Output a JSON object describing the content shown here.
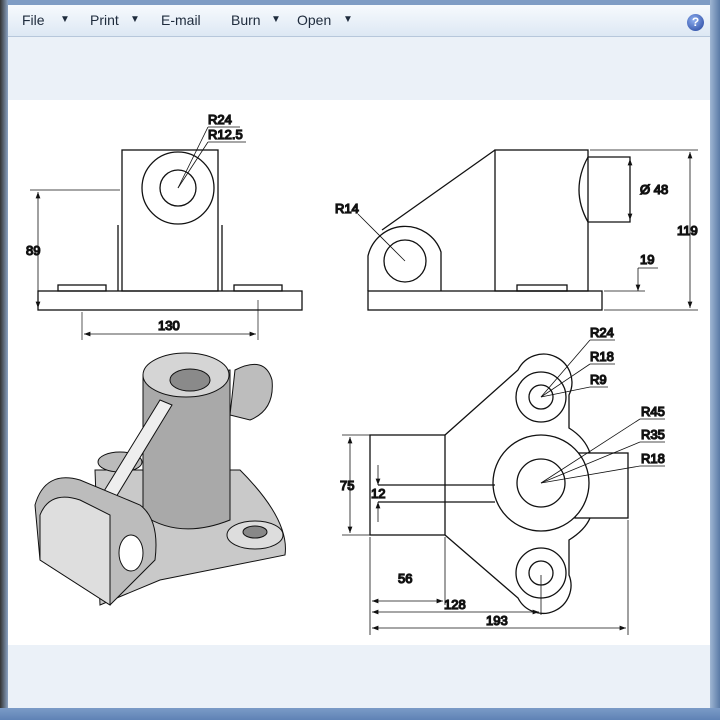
{
  "toolbar": {
    "file": "File",
    "print": "Print",
    "email": "E-mail",
    "burn": "Burn",
    "open": "Open",
    "help": "?"
  },
  "drawing": {
    "front_view": {
      "r_outer": "R24",
      "r_inner": "R12.5",
      "height": "89",
      "width": "130"
    },
    "side_view": {
      "lug_radius": "R14",
      "diameter": "Ø 48",
      "base_height": "19",
      "total_height": "119"
    },
    "top_view": {
      "boss_outer": "R24",
      "boss_mid": "R18",
      "boss_hole": "R9",
      "main_outer": "R45",
      "main_mid": "R35",
      "main_hole": "R18",
      "block_height": "75",
      "slot_width": "12",
      "block_width": "56",
      "to_center": "128",
      "total_width": "193"
    }
  }
}
